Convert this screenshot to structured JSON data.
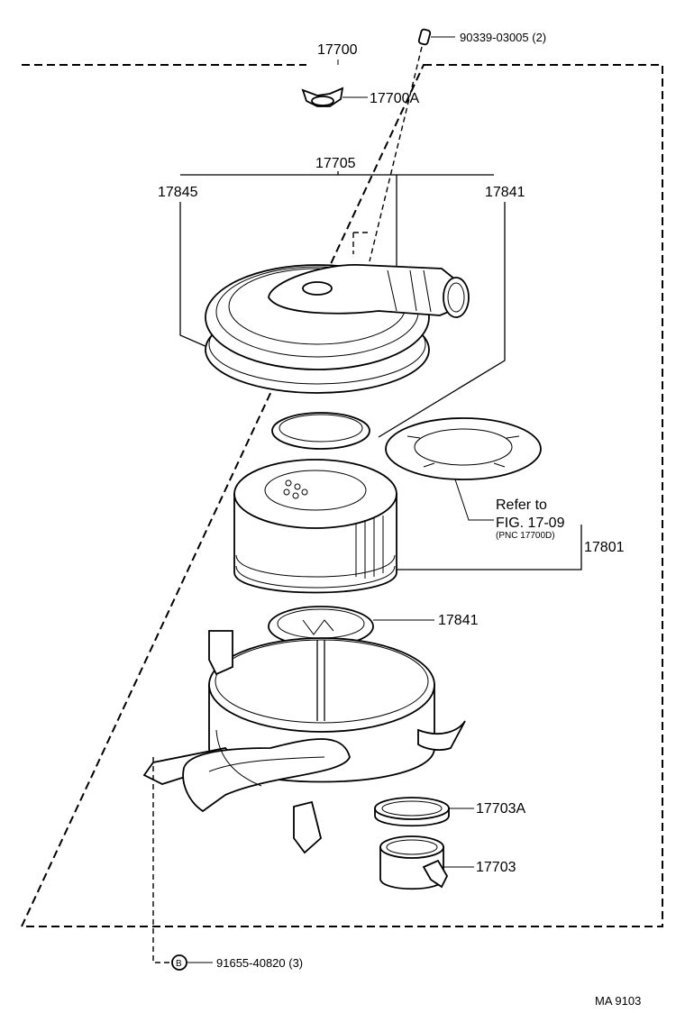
{
  "labels": {
    "assembly": "17700",
    "bolt": "90339-03005 (2)",
    "wing_nut": "17700A",
    "cap_sub_assy": "17705",
    "cap_left": "17845",
    "cap_right": "17841",
    "refer_line1": "Refer to",
    "refer_line2": "FIG. 17-09",
    "refer_line3": "(PNC 17700D)",
    "element": "17801",
    "gasket": "17841",
    "hose_ring": "17703A",
    "hose": "17703",
    "screw_symbol": "B",
    "screw": "91655-40820 (3)",
    "footer_code": "MA 9103"
  }
}
